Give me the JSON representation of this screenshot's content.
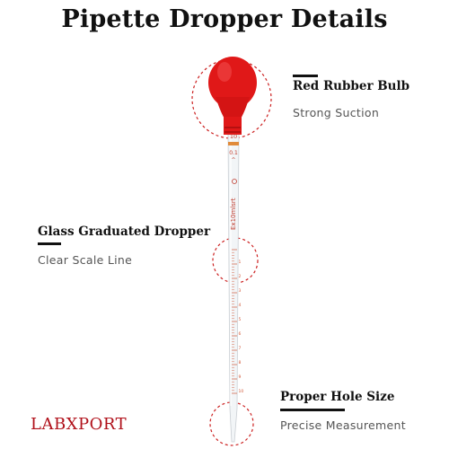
{
  "title": "Pipette Dropper Details",
  "callouts": {
    "bulb": {
      "heading": "Red Rubber Bulb",
      "sub": "Strong Suction"
    },
    "glass": {
      "heading": "Glass Graduated Dropper",
      "sub": "Clear Scale Line"
    },
    "tip": {
      "heading": "Proper Hole Size",
      "sub": "Precise Measurement"
    }
  },
  "brand": "LABXPORT",
  "pipette": {
    "top_marks": [
      "10",
      "0.1",
      "^"
    ],
    "engraving": "Ex10mlsrt",
    "scale_numbers": [
      "1",
      "2",
      "3",
      "4",
      "5",
      "6",
      "7",
      "8",
      "9",
      "10"
    ]
  },
  "colors": {
    "bulb": "#e01818",
    "accent": "#cc2020",
    "brand": "#b0101a",
    "text": "#111111"
  }
}
